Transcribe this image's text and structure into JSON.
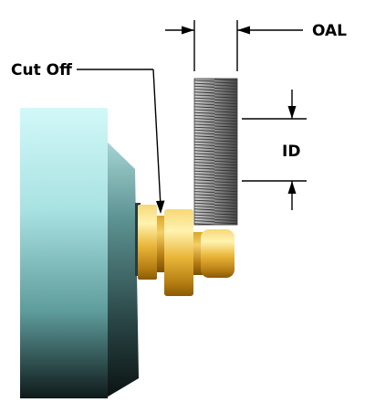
{
  "labels": {
    "cut_off": "Cut Off",
    "oal": "OAL",
    "id": "ID"
  },
  "colors": {
    "chuck_light": "#c7f6f6",
    "chuck_mid": "#79b8b8",
    "chuck_dark": "#0f1a1a",
    "part_light": "#fff0a0",
    "part_mid": "#e8b52e",
    "part_dark": "#8a5a06",
    "cut_ring_light": "#d9d9d9",
    "cut_ring_dark": "#3a3a3a",
    "dimension": "#000000"
  }
}
